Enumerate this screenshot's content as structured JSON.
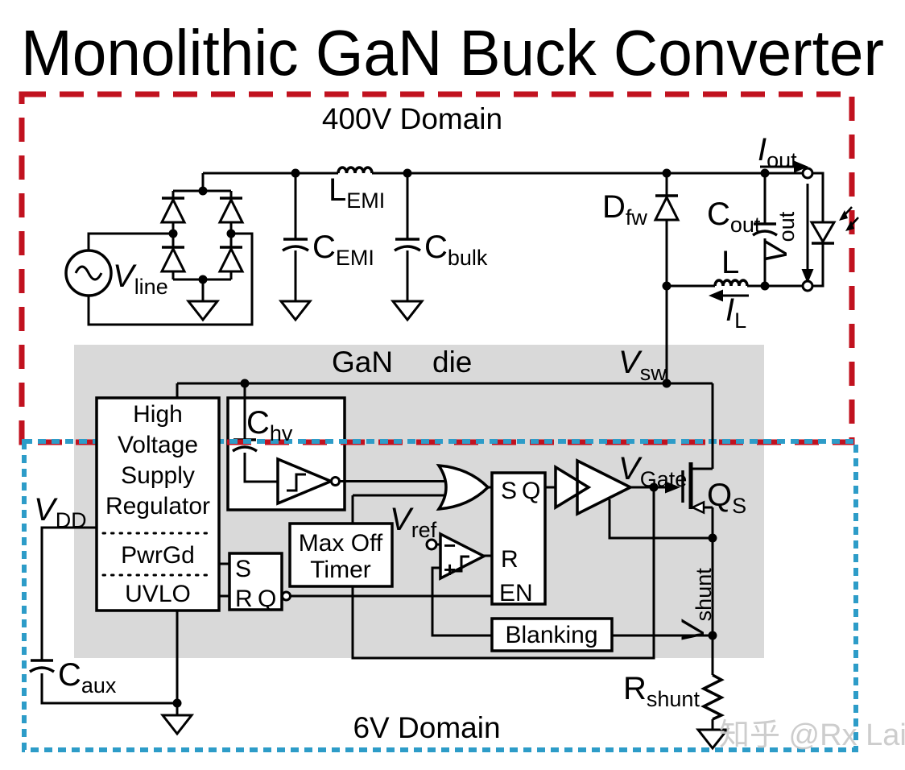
{
  "title": "Monolithic GaN Buck Converter",
  "domains": {
    "hv": {
      "label": "400V Domain",
      "color": "#c1121f"
    },
    "lv": {
      "label": "6V Domain",
      "color": "#2d9cc8"
    }
  },
  "die": {
    "word1": "GaN",
    "word2": "die",
    "fill": "#d9d9d9"
  },
  "labels": {
    "vline": {
      "main": "V",
      "sub": "line"
    },
    "lemi": {
      "main": "L",
      "sub": "EMI"
    },
    "cemi": {
      "main": "C",
      "sub": "EMI"
    },
    "cbulk": {
      "main": "C",
      "sub": "bulk"
    },
    "dfw": {
      "main": "D",
      "sub": "fw"
    },
    "iout": {
      "main": "I",
      "sub": "out"
    },
    "cout": {
      "main": "C",
      "sub": "out"
    },
    "vout": {
      "main": "V",
      "sub": "out"
    },
    "l": {
      "main": "L",
      "sub": ""
    },
    "il": {
      "main": "I",
      "sub": "L"
    },
    "vsw": {
      "main": "V",
      "sub": "sw"
    },
    "chv": {
      "main": "C",
      "sub": "hv"
    },
    "vdd": {
      "main": "V",
      "sub": "DD"
    },
    "caux": {
      "main": "C",
      "sub": "aux"
    },
    "vref": {
      "main": "V",
      "sub": "ref"
    },
    "vgate": {
      "main": "V",
      "sub": "Gate"
    },
    "qs": {
      "main": "Q",
      "sub": "S"
    },
    "vshunt": {
      "main": "V",
      "sub": "shunt"
    },
    "rshunt": {
      "main": "R",
      "sub": "shunt"
    }
  },
  "blocks": {
    "hvsr": {
      "line1": "High",
      "line2": "Voltage",
      "line3": "Supply",
      "line4": "Regulator",
      "pwrgd": "PwrGd",
      "uvlo": "UVLO"
    },
    "uvlo_latch": {
      "s": "S",
      "r": "R",
      "qbar": "Q"
    },
    "timer": {
      "line1": "Max Off",
      "line2": "Timer"
    },
    "main_latch": {
      "s": "S",
      "q": "Q",
      "r": "R",
      "en": "EN"
    },
    "comparator": {
      "minus": "−",
      "plus": "+"
    },
    "blanking": {
      "label": "Blanking"
    }
  },
  "watermark": {
    "text": "知乎 @Rx Lai"
  }
}
